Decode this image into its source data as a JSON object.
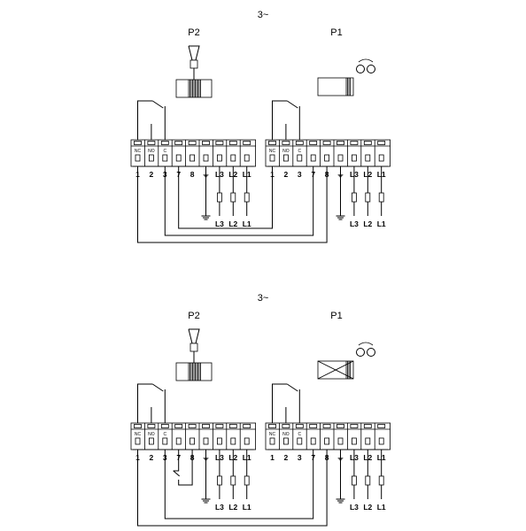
{
  "supply_label": "3~",
  "pump_labels": {
    "p2": "P2",
    "p1": "P1"
  },
  "slot_labels": [
    "NC",
    "NO",
    "C"
  ],
  "p2_terminals": [
    "1",
    "2",
    "3",
    "7",
    "8",
    "⏚",
    "L3",
    "L2",
    "L1"
  ],
  "p1_terminals": [
    "1",
    "2",
    "3",
    "7",
    "8",
    "⏚",
    "L3",
    "L2",
    "L1"
  ],
  "supply_phases": [
    "L3",
    "L2",
    "L1"
  ],
  "diagrams": [
    {
      "id": "top",
      "p1_state": "running"
    },
    {
      "id": "bottom",
      "p1_state": "stopped"
    }
  ]
}
